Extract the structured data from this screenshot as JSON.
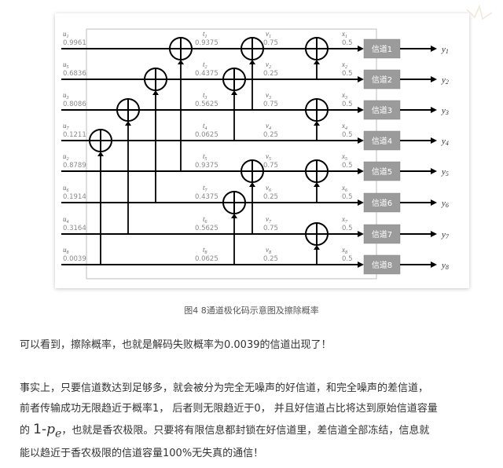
{
  "figure": {
    "caption": "图4 8通道极化码示意图及擦除概率",
    "inputs": [
      {
        "name": "u",
        "sub": "1",
        "value": "0.9961"
      },
      {
        "name": "u",
        "sub": "5",
        "value": "0.6836"
      },
      {
        "name": "u",
        "sub": "3",
        "value": "0.8086"
      },
      {
        "name": "u",
        "sub": "7",
        "value": "0.1211"
      },
      {
        "name": "u",
        "sub": "2",
        "value": "0.8789"
      },
      {
        "name": "u",
        "sub": "6",
        "value": "0.1914"
      },
      {
        "name": "u",
        "sub": "4",
        "value": "0.3164"
      },
      {
        "name": "u",
        "sub": "8",
        "value": "0.0039"
      }
    ],
    "t_labels": [
      {
        "name": "t",
        "sub": "1",
        "value": "0.9375"
      },
      {
        "name": "t",
        "sub": "2",
        "value": "0.4375"
      },
      {
        "name": "t",
        "sub": "3",
        "value": "0.5625"
      },
      {
        "name": "t",
        "sub": "4",
        "value": "0.0625"
      },
      {
        "name": "t",
        "sub": "5",
        "value": "0.9375"
      },
      {
        "name": "t",
        "sub": "7",
        "value": "0.4375"
      },
      {
        "name": "t",
        "sub": "6",
        "value": "0.5625"
      },
      {
        "name": "t",
        "sub": "8",
        "value": "0.0625"
      }
    ],
    "v_labels": [
      {
        "name": "v",
        "sub": "1",
        "value": "0.75"
      },
      {
        "name": "v",
        "sub": "2",
        "value": "0.25"
      },
      {
        "name": "v",
        "sub": "3",
        "value": "0.75"
      },
      {
        "name": "v",
        "sub": "4",
        "value": "0.25"
      },
      {
        "name": "v",
        "sub": "5",
        "value": "0.75"
      },
      {
        "name": "v",
        "sub": "6",
        "value": "0.25"
      },
      {
        "name": "v",
        "sub": "7",
        "value": "0.75"
      },
      {
        "name": "v",
        "sub": "8",
        "value": "0.25"
      }
    ],
    "x_labels": [
      {
        "name": "x",
        "sub": "1",
        "value": "0.5"
      },
      {
        "name": "x",
        "sub": "2",
        "value": "0.5"
      },
      {
        "name": "x",
        "sub": "3",
        "value": "0.5"
      },
      {
        "name": "x",
        "sub": "4",
        "value": "0.5"
      },
      {
        "name": "x",
        "sub": "5",
        "value": "0.5"
      },
      {
        "name": "x",
        "sub": "6",
        "value": "0.5"
      },
      {
        "name": "x",
        "sub": "7",
        "value": "0.5"
      },
      {
        "name": "x",
        "sub": "8",
        "value": "0.5"
      }
    ],
    "channels": [
      "信道1",
      "信道2",
      "信道3",
      "信道4",
      "信道5",
      "信道6",
      "信道7",
      "信道8"
    ],
    "outputs": [
      {
        "name": "y",
        "sub": "1"
      },
      {
        "name": "y",
        "sub": "2"
      },
      {
        "name": "y",
        "sub": "3"
      },
      {
        "name": "y",
        "sub": "4"
      },
      {
        "name": "y",
        "sub": "5"
      },
      {
        "name": "y",
        "sub": "6"
      },
      {
        "name": "y",
        "sub": "7"
      },
      {
        "name": "y",
        "sub": "8"
      }
    ]
  },
  "text": {
    "para1": "可以看到，擦除概率，也就是解码失败概率为0.0039的信道出现了！",
    "para2_line1": "事实上，只要信道数达到足够多，就会被分为完全无噪声的好信道，和完全噪声的差信道，",
    "para2_line2": "前者传输成功无限趋近于概率1， 后者则无限趋近于0， 并且好信道占比将达到原始信道容量",
    "para2_line3_before": "的",
    "capacity_prefix": "1-",
    "capacity_symbol": "p",
    "capacity_subscript": "e",
    "para2_line3_after": "，也就是香农极限。只要将有限信息都封锁在好信道里，差信道全部冻结，信息就",
    "para2_line4": "能以趋近于香农极限的信道容量100%无失真的通信！"
  }
}
